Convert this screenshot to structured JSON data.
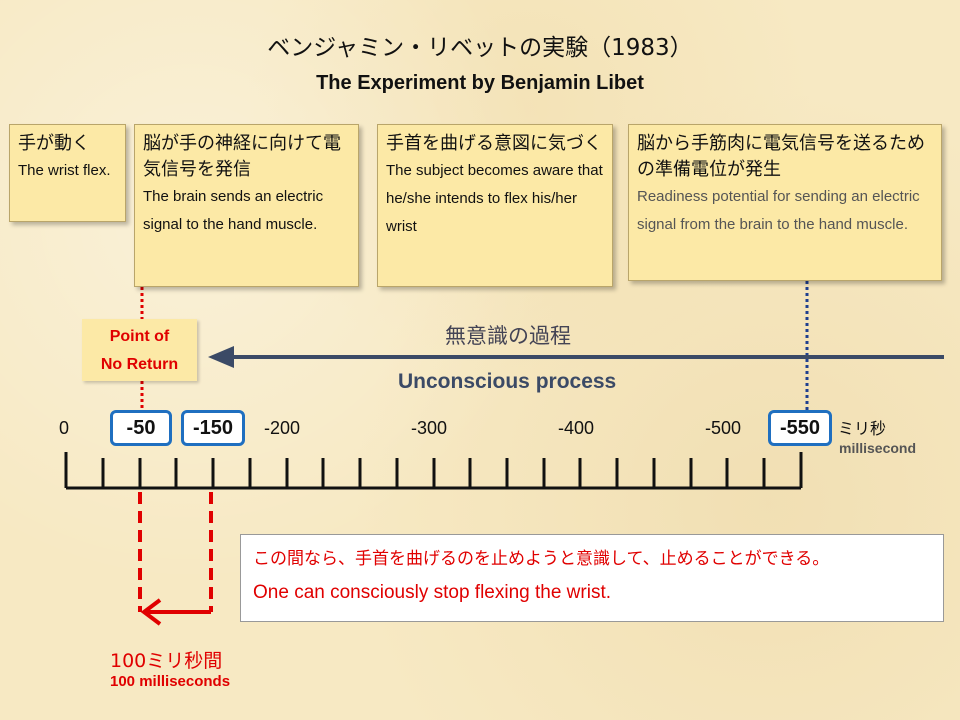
{
  "title": {
    "ja": "ベンジャミン・リベットの実験（1983）",
    "en": "The Experiment by Benjamin Libet"
  },
  "boxes": [
    {
      "ja": "手が動く",
      "en": "The wrist flex."
    },
    {
      "ja": "脳が手の神経に向けて電気信号を発信",
      "en": "The brain sends an electric signal to the hand muscle."
    },
    {
      "ja": "手首を曲げる意図に気づく",
      "en": "The subject becomes aware that he/she intends to flex his/her wrist"
    },
    {
      "ja": "脳から手筋肉に電気信号を送るための準備電位が発生",
      "en": "Readiness potential for sending an electric signal from the brain to the hand muscle."
    }
  ],
  "point_of_no_return": {
    "line1": "Point of",
    "line2": "No Return"
  },
  "unconscious": {
    "ja": "無意識の過程",
    "en": "Unconscious process"
  },
  "axis": {
    "ticks": [
      "0",
      "-200",
      "-300",
      "-400",
      "-500"
    ],
    "highlighted": [
      "-50",
      "-150",
      "-550"
    ],
    "unit_ja": "ミリ秒",
    "unit_en": "millisecond"
  },
  "note": {
    "ja": "この間なら、手首を曲げるのを止めようと意識して、止めることができる。",
    "en": "One can consciously stop flexing the wrist."
  },
  "interval": {
    "ja": "100ミリ秒間",
    "en": "100 milliseconds"
  },
  "colors": {
    "accent_red": "#e00000",
    "blue": "#1f6fc0",
    "box_yellow": "#fce9a6",
    "arrow": "#3b4a66"
  }
}
